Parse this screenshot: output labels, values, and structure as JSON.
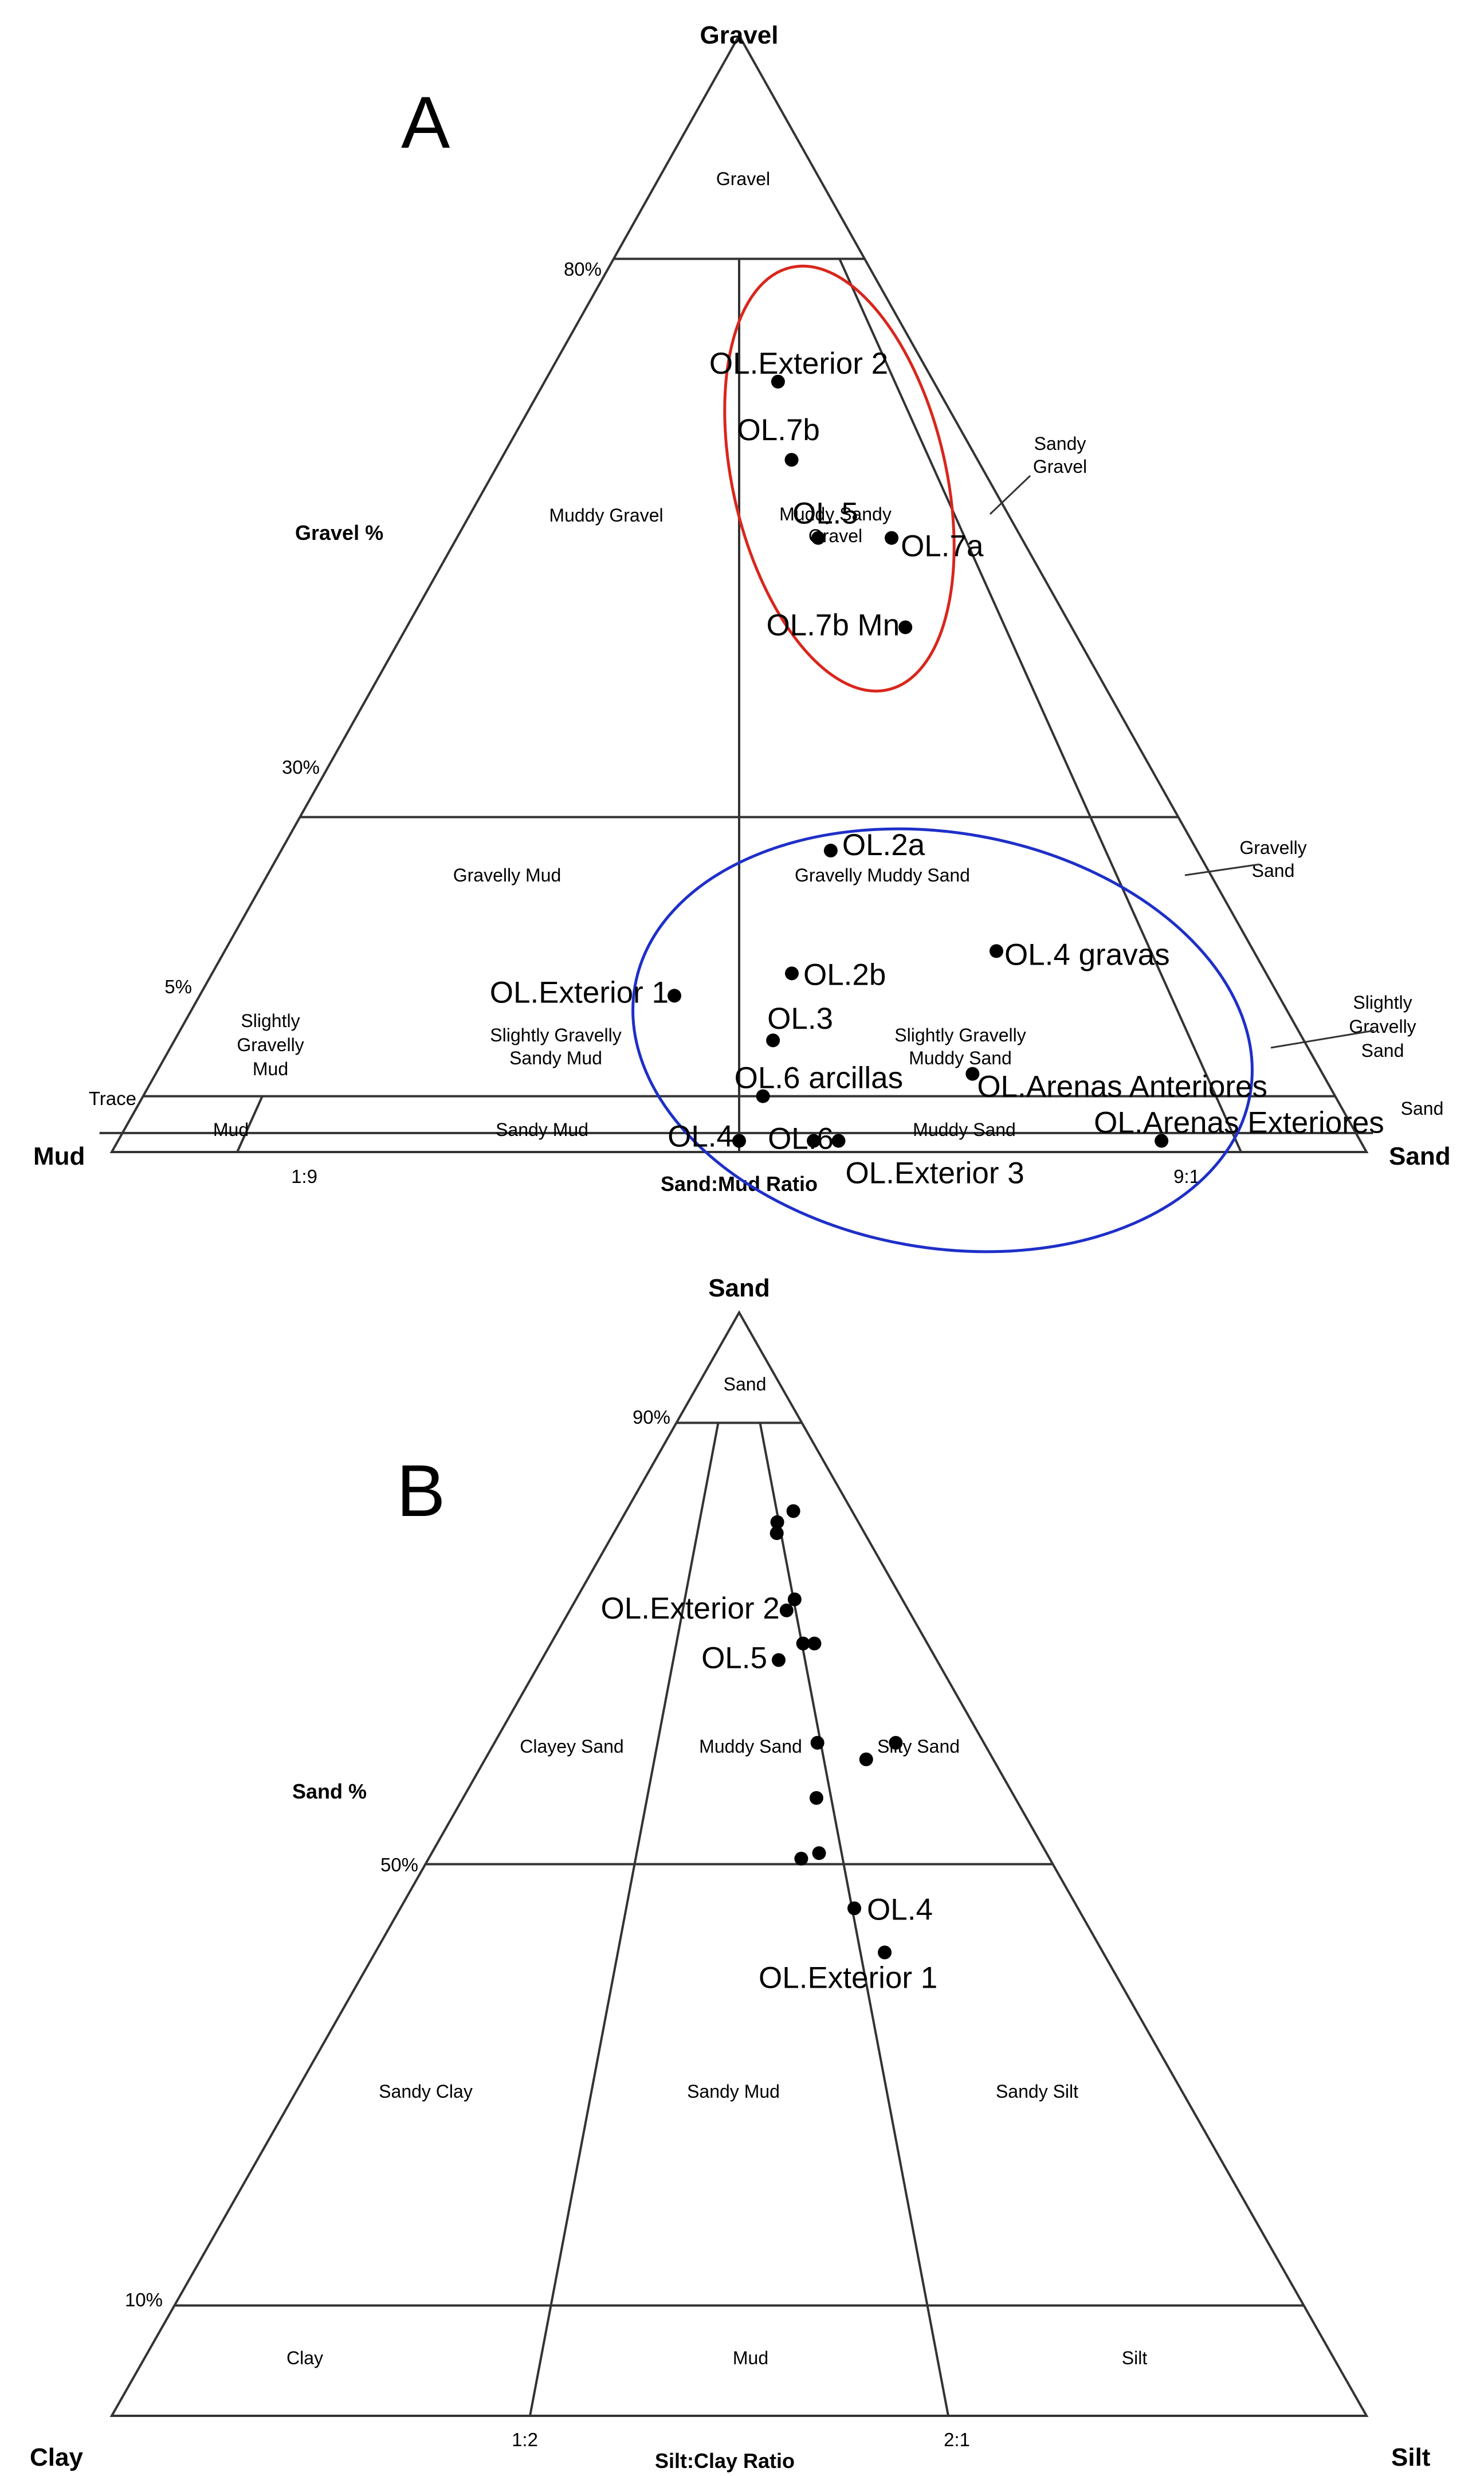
{
  "chart_data": [
    {
      "type": "ternary",
      "panel": "A",
      "vertices": {
        "top": "Gravel",
        "left": "Mud",
        "right": "Sand"
      },
      "axis_label": "Gravel %",
      "base_label": "Sand:Mud Ratio",
      "gravel_ticks": [
        "80%",
        "30%",
        "5%",
        "Trace"
      ],
      "ratio_ticks": [
        "1:9",
        "9:1"
      ],
      "regions": [
        "Gravel",
        "Sandy Gravel",
        "Muddy Gravel",
        "Muddy Sandy Gravel",
        "Gravelly Mud",
        "Gravelly Muddy Sand",
        "Gravelly Sand",
        "Slightly Gravelly Mud",
        "Slightly Gravelly Sandy Mud",
        "Slightly Gravelly Muddy Sand",
        "Slightly Gravelly Sand",
        "Mud",
        "Sandy Mud",
        "Muddy Sand",
        "Sand"
      ],
      "points": [
        {
          "label": "OL.Exterior 2",
          "gravel": 69,
          "sand_fraction": 0.6
        },
        {
          "label": "OL.7b",
          "gravel": 62,
          "sand_fraction": 0.61
        },
        {
          "label": "OL.5",
          "gravel": 55,
          "sand_fraction": 0.64
        },
        {
          "label": "OL.7a",
          "gravel": 55,
          "sand_fraction": 0.77
        },
        {
          "label": "OL.7b Mn",
          "gravel": 47,
          "sand_fraction": 0.75
        },
        {
          "label": "OL.2a",
          "gravel": 27,
          "sand_fraction": 0.6
        },
        {
          "label": "OL.4 gravas",
          "gravel": 18,
          "sand_fraction": 0.75
        },
        {
          "label": "OL.2b",
          "gravel": 16,
          "sand_fraction": 0.55
        },
        {
          "label": "OL.Exterior 1",
          "gravel": 14,
          "sand_fraction": 0.44
        },
        {
          "label": "OL.3",
          "gravel": 10,
          "sand_fraction": 0.53
        },
        {
          "label": "OL.Arenas Anteriores",
          "gravel": 7,
          "sand_fraction": 0.7
        },
        {
          "label": "OL.6 arcillas",
          "gravel": 5,
          "sand_fraction": 0.52
        },
        {
          "label": "OL.4",
          "gravel": 1,
          "sand_fraction": 0.5
        },
        {
          "label": "OL.6",
          "gravel": 1,
          "sand_fraction": 0.56
        },
        {
          "label": "OL.Exterior 3",
          "gravel": 1,
          "sand_fraction": 0.58
        },
        {
          "label": "OL.Arenas Exteriores",
          "gravel": 1,
          "sand_fraction": 0.84
        }
      ],
      "ellipses": [
        {
          "color": "#d9261c",
          "groups": [
            "OL.Exterior 2",
            "OL.7b",
            "OL.5",
            "OL.7a",
            "OL.7b Mn"
          ]
        },
        {
          "color": "#1e2fc8",
          "groups": [
            "OL.2a",
            "OL.4 gravas",
            "OL.2b",
            "OL.3",
            "OL.Arenas Anteriores",
            "OL.6 arcillas",
            "OL.4",
            "OL.6",
            "OL.Exterior 3"
          ]
        }
      ]
    },
    {
      "type": "ternary",
      "panel": "B",
      "vertices": {
        "top": "Sand",
        "left": "Clay",
        "right": "Silt"
      },
      "axis_label": "Sand %",
      "base_label": "Silt:Clay Ratio",
      "sand_ticks": [
        "90%",
        "50%",
        "10%"
      ],
      "ratio_ticks": [
        "1:2",
        "2:1"
      ],
      "regions": [
        "Sand",
        "Clayey Sand",
        "Muddy Sand",
        "Silty Sand",
        "Sandy Clay",
        "Sandy Mud",
        "Sandy Silt",
        "Clay",
        "Mud",
        "Silt"
      ],
      "points": [
        {
          "label": "",
          "sand": 82,
          "silt_fraction": 0.74
        },
        {
          "label": "",
          "sand": 81,
          "silt_fraction": 0.66
        },
        {
          "label": "",
          "sand": 80,
          "silt_fraction": 0.65
        },
        {
          "label": "",
          "sand": 74,
          "silt_fraction": 0.67
        },
        {
          "label": "OL.Exterior 2",
          "sand": 73,
          "silt_fraction": 0.64
        },
        {
          "label": "",
          "sand": 70,
          "silt_fraction": 0.67
        },
        {
          "label": "",
          "sand": 70,
          "silt_fraction": 0.7
        },
        {
          "label": "OL.5",
          "sand": 68.5,
          "silt_fraction": 0.6
        },
        {
          "label": "",
          "sand": 61,
          "silt_fraction": 0.66
        },
        {
          "label": "",
          "sand": 61,
          "silt_fraction": 0.82
        },
        {
          "label": "",
          "sand": 59.5,
          "silt_fraction": 0.75
        },
        {
          "label": "",
          "sand": 56,
          "silt_fraction": 0.64
        },
        {
          "label": "",
          "sand": 51,
          "silt_fraction": 0.63
        },
        {
          "label": "",
          "sand": 50.5,
          "silt_fraction": 0.6
        },
        {
          "label": "OL.4",
          "sand": 46,
          "silt_fraction": 0.67
        },
        {
          "label": "OL.Exterior 1",
          "sand": 42,
          "silt_fraction": 0.7
        }
      ]
    }
  ]
}
